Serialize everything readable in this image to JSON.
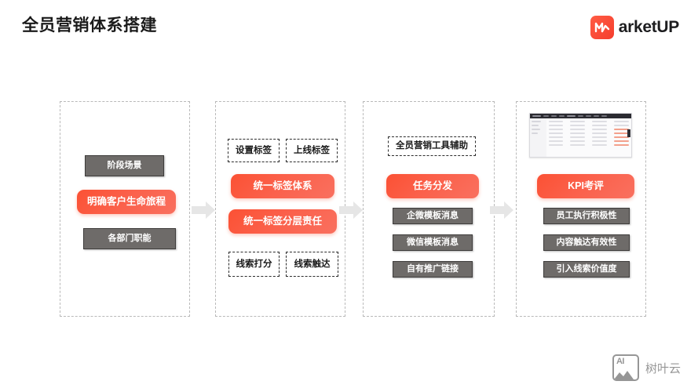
{
  "header": {
    "title": "全员营销体系搭建",
    "brand_name": "arketUP",
    "brand_mark_letter": "M",
    "brand_color": "#f5513c"
  },
  "flow": {
    "columns": [
      {
        "id": "stage",
        "nodes": [
          {
            "label": "阶段场景",
            "style": "gray"
          },
          {
            "label": "明确客户生命旅程",
            "style": "orange"
          },
          {
            "label": "各部门职能",
            "style": "gray"
          }
        ]
      },
      {
        "id": "tagging",
        "nodes": [
          {
            "label": "设置标签",
            "style": "dashed"
          },
          {
            "label": "上线标签",
            "style": "dashed"
          },
          {
            "label": "统一标签体系",
            "style": "orange"
          },
          {
            "label": "统一标签分层责任",
            "style": "orange"
          },
          {
            "label": "线索打分",
            "style": "dashed"
          },
          {
            "label": "线索触达",
            "style": "dashed"
          }
        ]
      },
      {
        "id": "distribution",
        "nodes": [
          {
            "label": "全员营销工具辅助",
            "style": "dashed"
          },
          {
            "label": "任务分发",
            "style": "orange"
          },
          {
            "label": "企微模板消息",
            "style": "gray"
          },
          {
            "label": "微信模板消息",
            "style": "gray"
          },
          {
            "label": "自有推广链接",
            "style": "gray"
          }
        ]
      },
      {
        "id": "assessment",
        "nodes": [
          {
            "label": "KPI考评",
            "style": "orange"
          },
          {
            "label": "员工执行积极性",
            "style": "gray"
          },
          {
            "label": "内容触达有效性",
            "style": "gray"
          },
          {
            "label": "引入线索价值度",
            "style": "gray"
          }
        ]
      }
    ],
    "arrows": [
      "arrow-right-icon",
      "arrow-right-icon",
      "arrow-right-icon"
    ]
  },
  "watermark": {
    "icon_label": "AI",
    "text": "树叶云"
  },
  "colors": {
    "accent": "#fb5134",
    "gray_node": "#6e6b69",
    "panel_border": "#b9b9b9",
    "arrow": "#e6e6e6"
  }
}
